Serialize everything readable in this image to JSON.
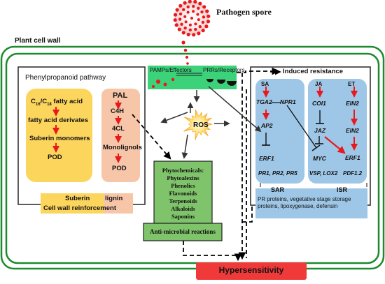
{
  "pathogen_label": "Pathogen spore",
  "cell_wall_label": "Plant cell wall",
  "pamps": {
    "left": "PAMPs/Effectors",
    "right": "PRRs/Receptors"
  },
  "phenylpropanoid": {
    "title": "Phenylpropanoid pathway",
    "fatty_path": [
      "C16/C18 fatty acid",
      "fatty acid derivates",
      "Suberin monomers",
      "POD"
    ],
    "fatty_first": {
      "c1": "C",
      "s1": "16",
      "sep": "/C",
      "s2": "18",
      "rest": " fatty acid"
    },
    "pal_path": [
      "PAL",
      "C4H",
      "4CL",
      "Monolignols",
      "POD"
    ],
    "suberin": "Suberin",
    "lignin": "lignin",
    "reinforcement": "Cell wall reinforcement"
  },
  "ros": "ROS",
  "phytochemicals": {
    "lines": [
      "Phytochemicals:",
      "Phytoalexins",
      "Phenolics",
      "Flavonoids",
      "Terpenoids",
      "Alkaloids",
      "Saponins"
    ],
    "footer": "Anti-microbial reactions"
  },
  "induced": {
    "title": "Induced resistance",
    "sa": {
      "head": "SA",
      "tga2": "TGA2",
      "npr1": "NPR1",
      "ap2": "AP2",
      "erf1": "ERF1",
      "genes": "PR1, PR2, PR5"
    },
    "ja": {
      "head": "JA",
      "coi1": "COI1",
      "jaz": "JAZ",
      "myc": "MYC",
      "genes": "VSP, LOX2"
    },
    "et": {
      "head": "ET",
      "ein2a": "EIN2",
      "ein2b": "EIN2",
      "erf1": "ERF1",
      "genes": "PDF1.2"
    },
    "sar": "SAR",
    "isr": "ISR",
    "proteins": [
      "PR proteins, vegetative stage storage",
      "proteins, lipoxygenase, defensin"
    ]
  },
  "hypersensitivity": "Hypersensitivity",
  "colors": {
    "green": "#1c8a2e",
    "light_green": "#3bd27a",
    "phyto_green": "#7fc36b",
    "yellow": "#fcd55d",
    "peach": "#f7c6a8",
    "blue": "#9ec6e6",
    "red": "#e8191c",
    "hyper_red": "#f03a3a"
  }
}
